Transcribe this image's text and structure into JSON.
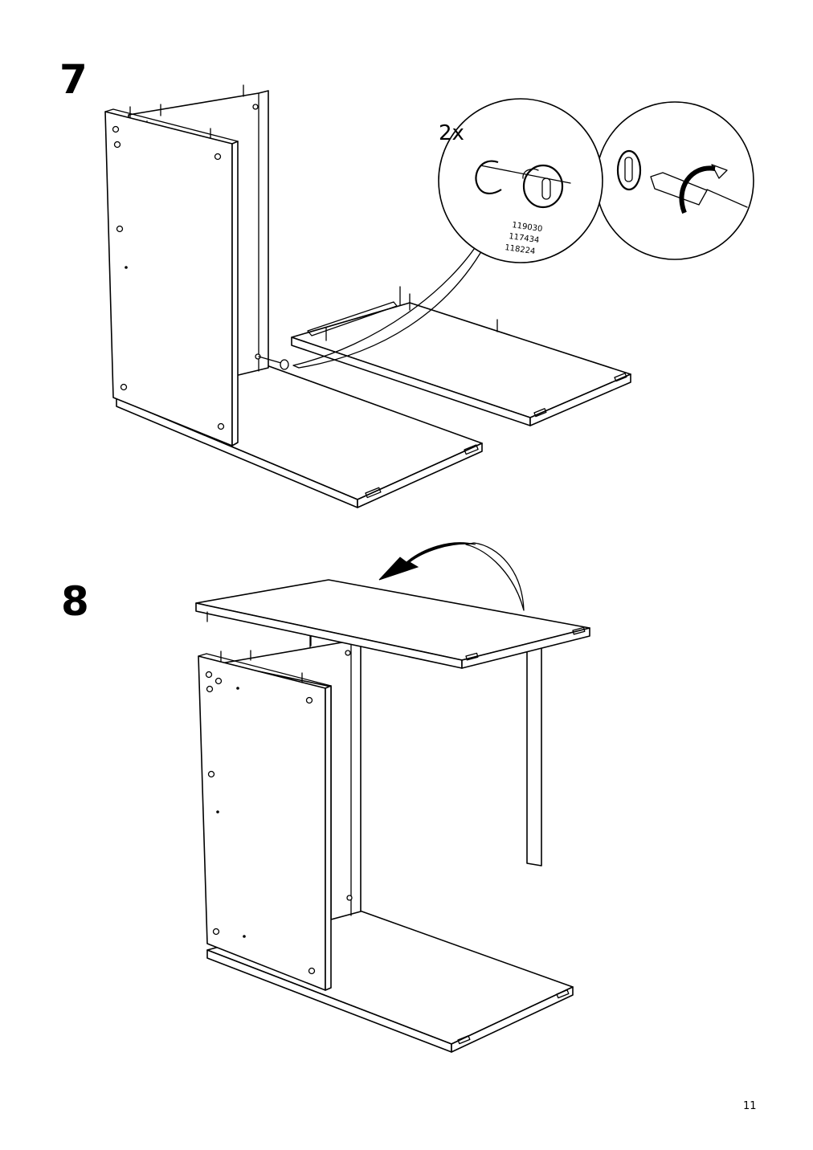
{
  "steps": [
    {
      "number": "7"
    },
    {
      "number": "8"
    }
  ],
  "callout": {
    "quantity": "2x",
    "part_numbers": [
      "119030",
      "117434",
      "118224"
    ]
  },
  "page": {
    "number": "11"
  }
}
